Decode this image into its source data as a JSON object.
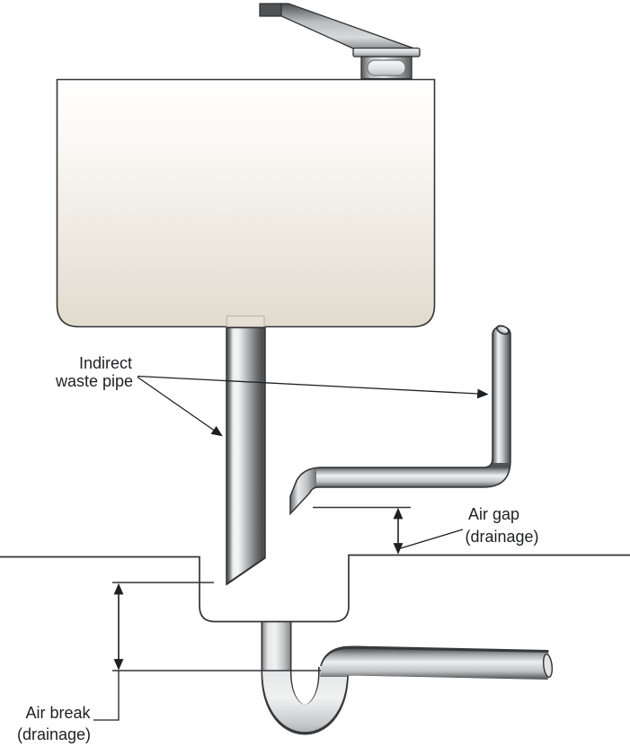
{
  "labels": {
    "indirect": {
      "line1": "Indirect",
      "line2": "waste pipe"
    },
    "air_gap": {
      "line1": "Air gap",
      "line2": "(drainage)"
    },
    "air_break": {
      "line1": "Air break",
      "line2": "(drainage)"
    }
  },
  "palette": {
    "background": "#ffffff",
    "sink_fill_top": "#ffffff",
    "sink_fill_bottom": "#e1dbce",
    "metal_dark": "#4b4c4e",
    "metal_mid": "#b7b8ba",
    "metal_light": "#f2f3f3",
    "outline": "#313234",
    "text": "#1f2022"
  }
}
